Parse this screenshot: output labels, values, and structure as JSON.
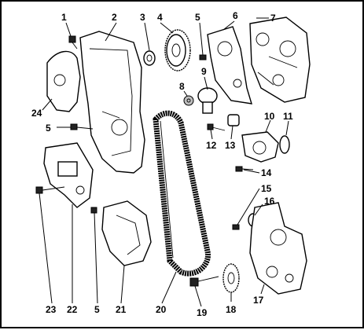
{
  "callouts": [
    "1",
    "2",
    "3",
    "4",
    "5",
    "6",
    "7",
    "8",
    "9",
    "10",
    "11",
    "12",
    "13",
    "14",
    "15",
    "16",
    "17",
    "18",
    "19",
    "20",
    "21",
    "22",
    "23",
    "5",
    "24",
    "5"
  ],
  "colors": {
    "ink": "#000000",
    "paper": "#ffffff",
    "shade": "#bdbdbd"
  }
}
